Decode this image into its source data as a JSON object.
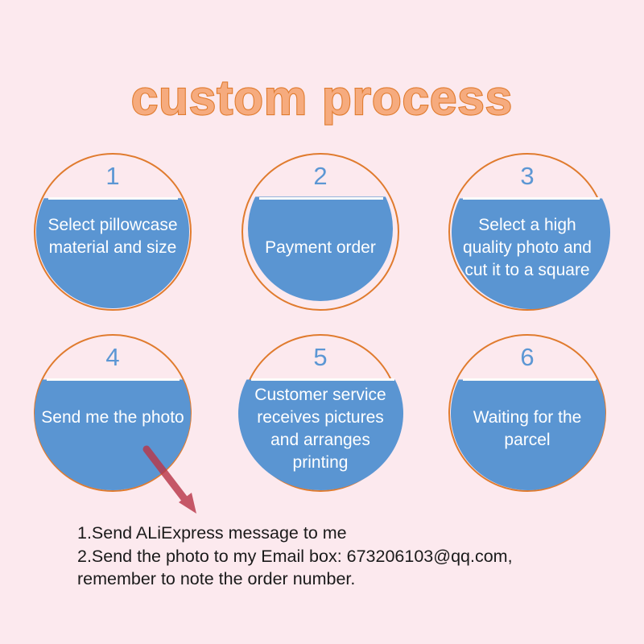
{
  "page": {
    "background_color": "#fce9ee",
    "title": "custom process",
    "title_fill_color": "#f6ab7e",
    "title_stroke_color": "#e07b2e"
  },
  "theme": {
    "ring_color": "#e07b2e",
    "fill_color": "#5a95d2",
    "number_color": "#5c97d4",
    "label_color": "#ffffff",
    "arrow_color": "#b9384a",
    "note_color": "#1a1a1a"
  },
  "steps": [
    {
      "number": "1",
      "label": "Select pillowcase material and size"
    },
    {
      "number": "2",
      "label": "Payment order"
    },
    {
      "number": "3",
      "label": "Select a high quality photo and cut it to a square"
    },
    {
      "number": "4",
      "label": "Send me the photo"
    },
    {
      "number": "5",
      "label": "Customer service receives pictures and arranges printing"
    },
    {
      "number": "6",
      "label": "Waiting for the parcel"
    }
  ],
  "notes": {
    "line1": "1.Send ALiExpress message to me",
    "line2": "2.Send the photo to my Email box: 673206103@qq.com,",
    "line3": "remember to note the order number."
  }
}
